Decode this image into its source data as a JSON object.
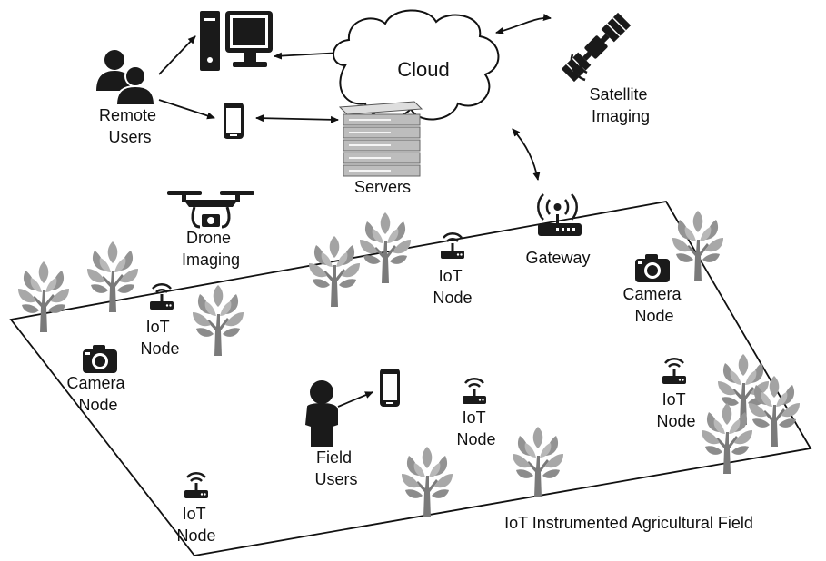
{
  "colors": {
    "icon": "#1a1a1a",
    "tree": "#9a9a9a",
    "tree_dark": "#6d6d6d",
    "cloud_fill": "#ffffff",
    "server": "#bdbdbd"
  },
  "labels": {
    "remote_users": [
      "Remote",
      "Users"
    ],
    "cloud": "Cloud",
    "satellite": [
      "Satellite",
      "Imaging"
    ],
    "servers": "Servers",
    "gateway": "Gateway",
    "drone": [
      "Drone",
      "Imaging"
    ],
    "iot_node": [
      "IoT",
      "Node"
    ],
    "camera_node": [
      "Camera",
      "Node"
    ],
    "field_users": [
      "Field",
      "Users"
    ],
    "field_caption": "IoT Instrumented Agricultural Field"
  }
}
